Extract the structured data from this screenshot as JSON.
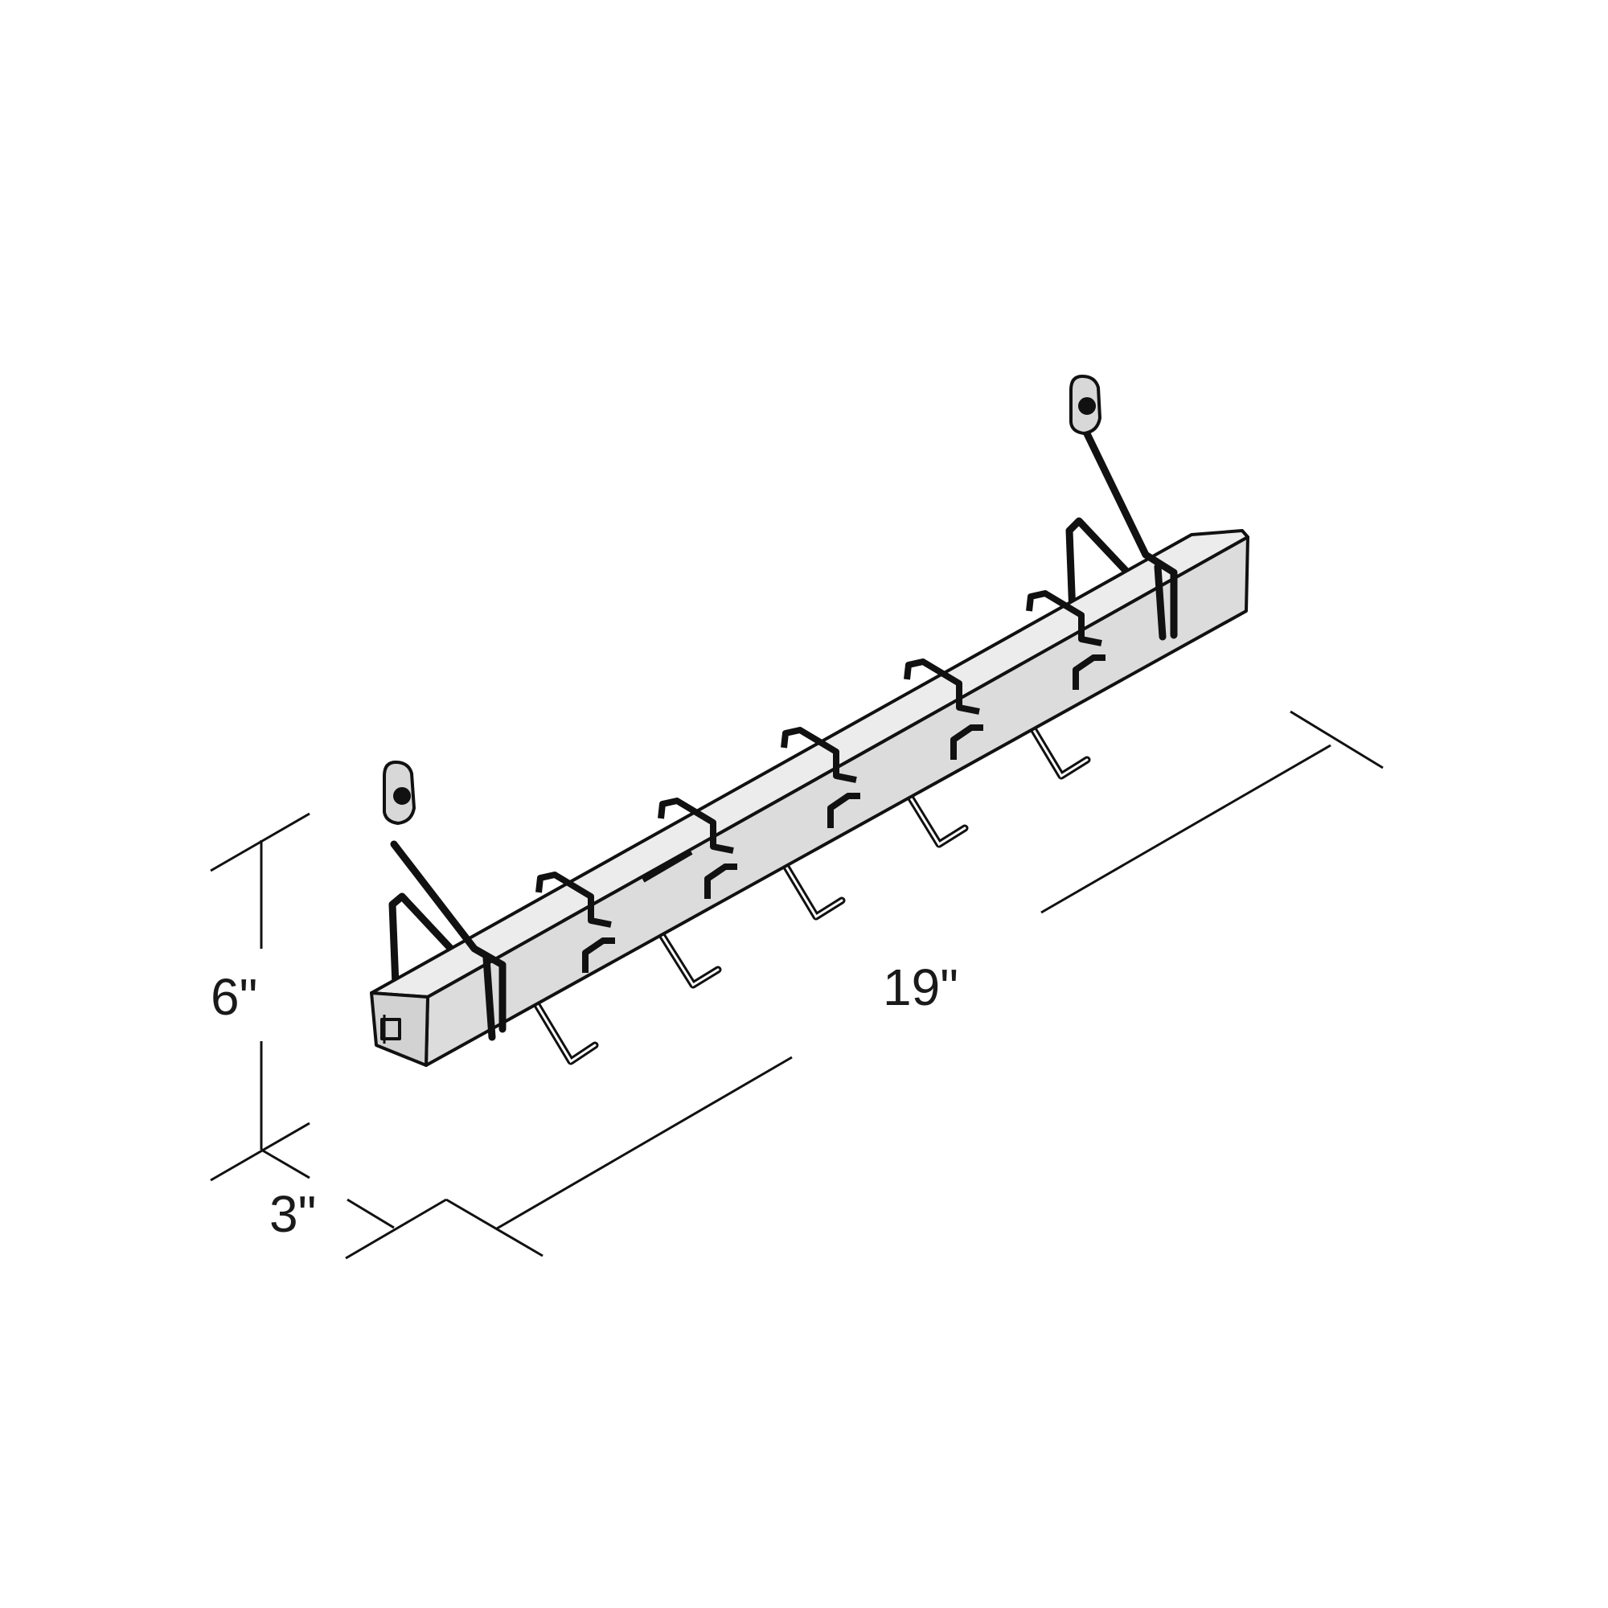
{
  "dimensions": {
    "height": "6\"",
    "depth": "3\"",
    "length": "19\""
  },
  "colors": {
    "ink": "#111111",
    "bar_fill": "#dcdcdc",
    "bar_top": "#ececec",
    "background": "#ffffff"
  }
}
